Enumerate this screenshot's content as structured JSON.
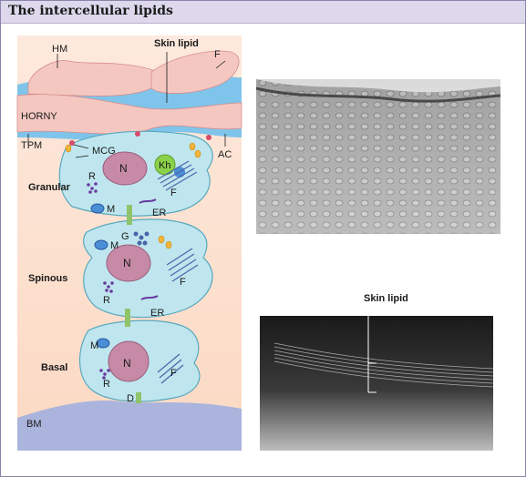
{
  "header": {
    "title": "The intercellular lipids"
  },
  "labels": {
    "hm": "HM",
    "skin_lipid_top": "Skin lipid",
    "f_top": "F",
    "horny": "HORNY",
    "tpm": "TPM",
    "mcg": "MCG",
    "ac": "AC",
    "granular": "Granular",
    "spinous": "Spinous",
    "basal": "Basal",
    "bm": "BM",
    "skin_lipid_micro": "Skin lipid"
  },
  "cells": {
    "granular": {
      "n": "N",
      "r": "R",
      "kh": "Kh",
      "f": "F",
      "m": "M",
      "er": "ER"
    },
    "spinous": {
      "g": "G",
      "n": "N",
      "m": "M",
      "f": "F",
      "r": "R",
      "er": "ER"
    },
    "basal": {
      "m": "M",
      "n": "N",
      "f": "F",
      "r": "R",
      "d": "D"
    }
  },
  "colors": {
    "title_bar": "#ddd8ec",
    "horny_layer": "#f4c8c0",
    "lipid_band": "#7fc4ea",
    "cell_fill": "#bfe6ee",
    "nucleus": "#c68aa6",
    "basement": "#aab4dc"
  }
}
